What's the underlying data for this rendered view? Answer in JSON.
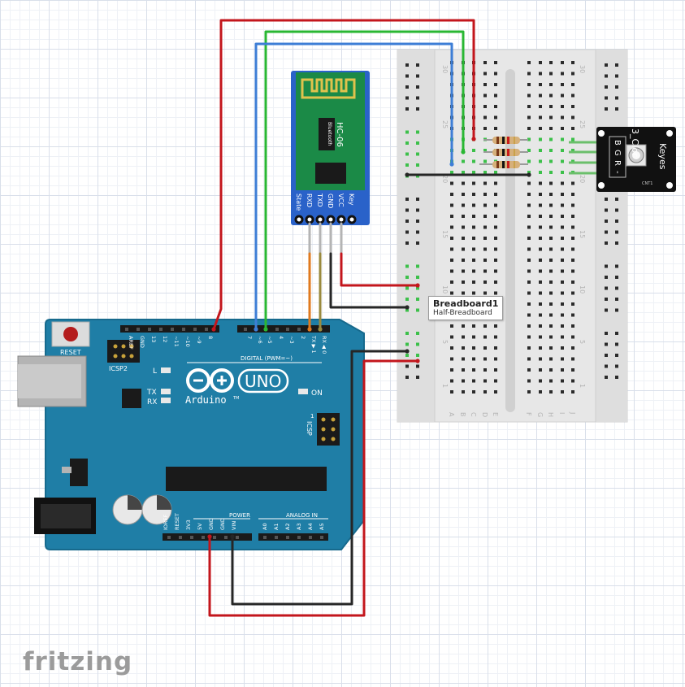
{
  "app": {
    "brand": "fritzing"
  },
  "tooltip": {
    "title": "Breadboard1",
    "subtitle": "Half-Breadboard"
  },
  "breadboard": {
    "row_labels": [
      "30",
      "25",
      "20",
      "15",
      "10",
      "5",
      "1"
    ],
    "row_labels_right": [
      "30",
      "25",
      "20",
      "15",
      "10",
      "5",
      "1"
    ],
    "col_labels": [
      "A",
      "B",
      "C",
      "D",
      "E",
      "F",
      "G",
      "H",
      "I",
      "J"
    ]
  },
  "bluetooth": {
    "model": "HC-06",
    "sub": "Bluetooth",
    "pins": [
      "State",
      "RXD",
      "TXD",
      "GND",
      "VCC",
      "Key"
    ]
  },
  "rgb": {
    "label1": "Keyes",
    "label2": "3_Clor",
    "pins": [
      "B",
      "G",
      "R",
      "-"
    ],
    "part": "CNT1"
  },
  "arduino": {
    "reset": "RESET",
    "icsp2": "ICSP2",
    "icsp": "ICSP",
    "logo_uno": "UNO",
    "logo_text": "Arduino",
    "tm": "TM",
    "led_l": "L",
    "led_tx": "TX",
    "led_rx": "RX",
    "led_on": "ON",
    "digital_label": "DIGITAL (PWM=~)",
    "digital_pins": [
      "AREF",
      "GND",
      "13",
      "12",
      "~11",
      "~10",
      "~9",
      "8",
      "7",
      "~6",
      "~5",
      "4",
      "~3",
      "2",
      "TX ▶ 1",
      "RX ◀ 0"
    ],
    "power_label": "POWER",
    "power_pins": [
      "IOREF",
      "RESET",
      "3V3",
      "5V",
      "GND",
      "GND",
      "VIN"
    ],
    "analog_label": "ANALOG IN",
    "analog_pins": [
      "A0",
      "A1",
      "A2",
      "A3",
      "A4",
      "A5"
    ],
    "icsp_one": "1"
  },
  "colors": {
    "wire_red": "#c3161c",
    "wire_green": "#29b733",
    "wire_blue": "#3d7ed6",
    "wire_black": "#262626",
    "wire_orange": "#e07a1f",
    "wire_olive": "#9a8a3e",
    "arduino_blue": "#1f7ea6",
    "arduino_dark": "#176a8d",
    "bt_blue": "#2a62c9",
    "bt_green": "#1b8a47",
    "breadboard": "#e5e5e5",
    "hole_green": "#3cc04a",
    "hole_dark": "#2b2b2b"
  }
}
